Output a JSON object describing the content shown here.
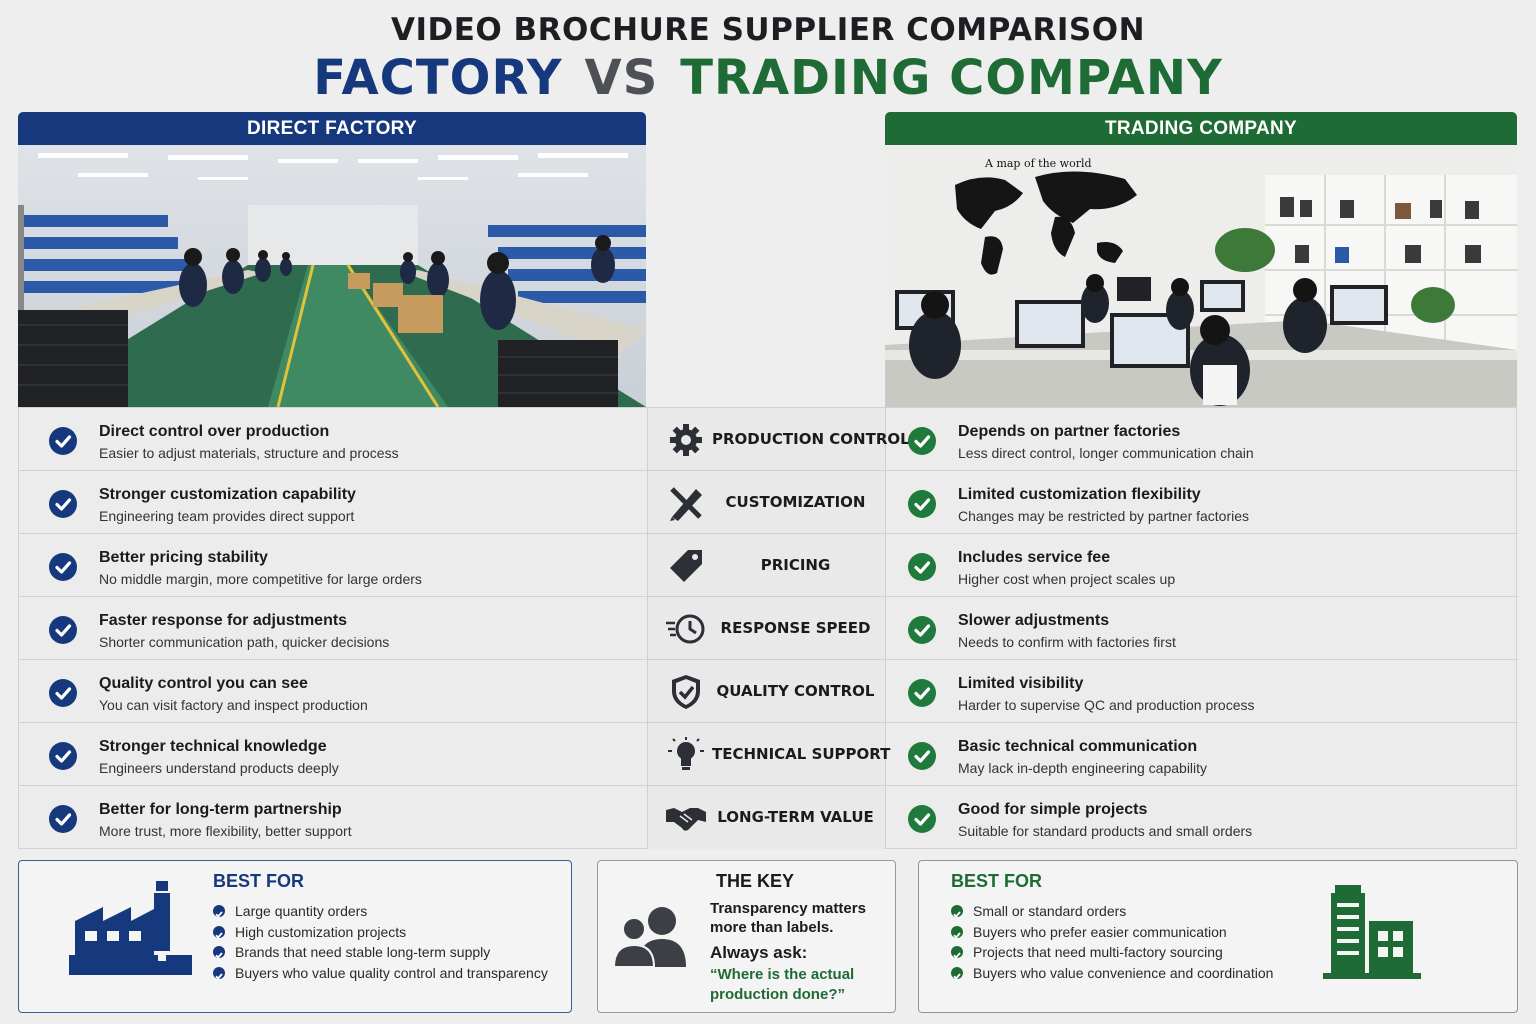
{
  "header": {
    "title": "VIDEO BROCHURE SUPPLIER COMPARISON",
    "factory": "FACTORY",
    "vs": "VS",
    "trading": "TRADING COMPANY"
  },
  "panels": {
    "left_title": "DIRECT FACTORY",
    "right_title": "TRADING COMPANY",
    "map_caption": "A map of the world"
  },
  "colors": {
    "factory_blue": "#16397e",
    "trading_green": "#1f6b35"
  },
  "rows": [
    {
      "icon": "gear-icon",
      "label": "PRODUCTION CONTROL",
      "factory_main": "Direct control over production",
      "factory_sub": "Easier to adjust materials, structure and process",
      "trading_main": "Depends on partner factories",
      "trading_sub": "Less direct control, longer communication chain"
    },
    {
      "icon": "pencil-ruler-icon",
      "label": "CUSTOMIZATION",
      "factory_main": "Stronger customization capability",
      "factory_sub": "Engineering team provides direct support",
      "trading_main": "Limited customization flexibility",
      "trading_sub": "Changes may be restricted by partner factories"
    },
    {
      "icon": "price-tag-icon",
      "label": "PRICING",
      "factory_main": "Better pricing stability",
      "factory_sub": "No middle margin, more competitive for large orders",
      "trading_main": "Includes service fee",
      "trading_sub": "Higher cost when project scales up"
    },
    {
      "icon": "clock-speed-icon",
      "label": "RESPONSE SPEED",
      "factory_main": "Faster response for adjustments",
      "factory_sub": "Shorter communication path, quicker decisions",
      "trading_main": "Slower adjustments",
      "trading_sub": "Needs to confirm with factories first"
    },
    {
      "icon": "shield-check-icon",
      "label": "QUALITY CONTROL",
      "factory_main": "Quality control you can see",
      "factory_sub": "You can visit factory and inspect production",
      "trading_main": "Limited visibility",
      "trading_sub": "Harder to supervise QC and production process"
    },
    {
      "icon": "lightbulb-icon",
      "label": "TECHNICAL SUPPORT",
      "factory_main": "Stronger technical knowledge",
      "factory_sub": "Engineers understand products deeply",
      "trading_main": "Basic technical communication",
      "trading_sub": "May lack in-depth engineering capability"
    },
    {
      "icon": "handshake-icon",
      "label": "LONG-TERM VALUE",
      "factory_main": "Better for long-term partnership",
      "factory_sub": "More trust, more flexibility, better support",
      "trading_main": "Good for simple projects",
      "trading_sub": "Suitable for standard products and small orders"
    }
  ],
  "best_for_factory": {
    "title": "BEST FOR",
    "items": [
      "Large quantity orders",
      "High customization projects",
      "Brands that need stable long-term supply",
      "Buyers who value quality control and transparency"
    ]
  },
  "key": {
    "title": "THE KEY",
    "line1": "Transparency matters",
    "line2": "more than labels.",
    "line3": "Always ask:",
    "line4": "“Where is the actual",
    "line5": "production done?”"
  },
  "best_for_trading": {
    "title": "BEST FOR",
    "items": [
      "Small or standard orders",
      "Buyers who prefer easier communication",
      "Projects that need multi-factory sourcing",
      "Buyers who value convenience and coordination"
    ]
  }
}
